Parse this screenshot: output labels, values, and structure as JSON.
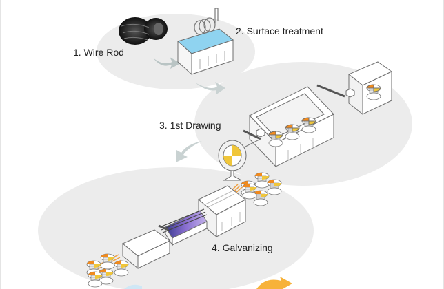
{
  "steps": [
    {
      "label": "1. Wire Rod"
    },
    {
      "label": "2. Surface treatment"
    },
    {
      "label": "3. 1st Drawing"
    },
    {
      "label": "4. Galvanizing"
    }
  ],
  "colors": {
    "blob": "#ebebeb",
    "machine_fill": "#ffffff",
    "machine_stroke": "#6e6e6e",
    "tank_water": "#8fd3f0",
    "coil_dark": "#2c2c2c",
    "spool_yellow": "#f0c63a",
    "spool_orange": "#f08a1e",
    "wire_orange": "#f0a040",
    "galvanizing_purple": "#6a5acd",
    "arrow_gray": "#b9c4c4",
    "arrow_light_blue": "#cfe7f5",
    "arrow_orange": "#f7b23a"
  }
}
